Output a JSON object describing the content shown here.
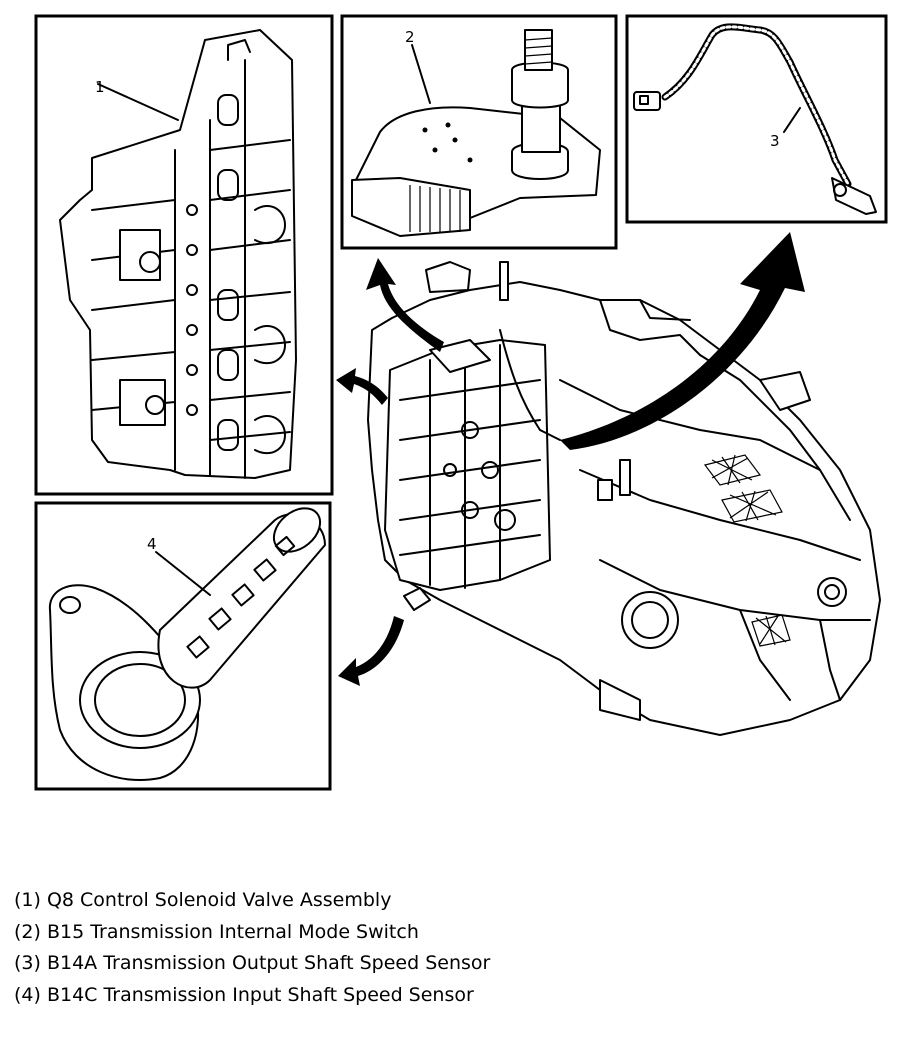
{
  "callouts": {
    "c1": "1",
    "c2": "2",
    "c3": "3",
    "c4": "4"
  },
  "legend": [
    "(1) Q8 Control Solenoid Valve Assembly",
    "(2) B15 Transmission Internal Mode Switch",
    "(3) B14A Transmission Output Shaft Speed Sensor",
    "(4) B14C Transmission Input Shaft Speed Sensor"
  ],
  "colors": {
    "line": "#000000",
    "background": "#ffffff"
  }
}
